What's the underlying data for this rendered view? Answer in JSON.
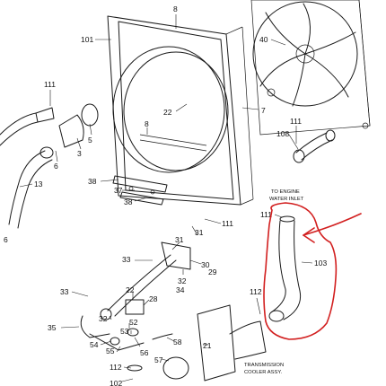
{
  "callouts": [
    {
      "id": "c8a",
      "text": "8"
    },
    {
      "id": "c101",
      "text": "101"
    },
    {
      "id": "c40",
      "text": "40"
    },
    {
      "id": "c7",
      "text": "7"
    },
    {
      "id": "c22",
      "text": "22"
    },
    {
      "id": "c8b",
      "text": "8"
    },
    {
      "id": "c111a",
      "text": "111"
    },
    {
      "id": "c111b",
      "text": "111"
    },
    {
      "id": "c108",
      "text": "108"
    },
    {
      "id": "c5",
      "text": "5"
    },
    {
      "id": "c3",
      "text": "3"
    },
    {
      "id": "c6a",
      "text": "6"
    },
    {
      "id": "c13",
      "text": "13"
    },
    {
      "id": "c6b",
      "text": "6"
    },
    {
      "id": "c38a",
      "text": "38"
    },
    {
      "id": "c37",
      "text": "37"
    },
    {
      "id": "c38b",
      "text": "38"
    },
    {
      "id": "c111c",
      "text": "111"
    },
    {
      "id": "c31a",
      "text": "31"
    },
    {
      "id": "c31b",
      "text": "31"
    },
    {
      "id": "c111d",
      "text": "111"
    },
    {
      "id": "c33a",
      "text": "33"
    },
    {
      "id": "c32",
      "text": "32"
    },
    {
      "id": "c34",
      "text": "34"
    },
    {
      "id": "c30",
      "text": "30"
    },
    {
      "id": "c29",
      "text": "29"
    },
    {
      "id": "c33b",
      "text": "33"
    },
    {
      "id": "c22b",
      "text": "22"
    },
    {
      "id": "c28",
      "text": "28"
    },
    {
      "id": "c112a",
      "text": "112"
    },
    {
      "id": "c35",
      "text": "35"
    },
    {
      "id": "c32b",
      "text": "32"
    },
    {
      "id": "c52",
      "text": "52"
    },
    {
      "id": "c53",
      "text": "53"
    },
    {
      "id": "c54",
      "text": "54"
    },
    {
      "id": "c55",
      "text": "55"
    },
    {
      "id": "c56",
      "text": "56"
    },
    {
      "id": "c58",
      "text": "58"
    },
    {
      "id": "c21",
      "text": "21"
    },
    {
      "id": "c57",
      "text": "57"
    },
    {
      "id": "c112b",
      "text": "112"
    },
    {
      "id": "c102",
      "text": "102"
    },
    {
      "id": "c103",
      "text": "103"
    }
  ],
  "notes": {
    "engine_inlet_line1": "TO ENGINE",
    "engine_inlet_line2": "WATER INLET",
    "cooler_line1": "TRANSMISSION",
    "cooler_line2": "COOLER ASSY."
  },
  "annotation": {
    "color": "#d21f1f",
    "highlighted_part": "103"
  }
}
